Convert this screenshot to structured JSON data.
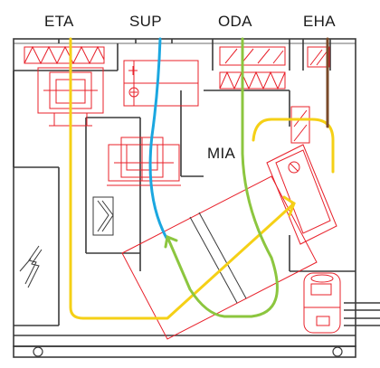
{
  "labels": {
    "eta": "ETA",
    "sup": "SUP",
    "oda": "ODA",
    "eha": "EHA",
    "mia": "MIA"
  },
  "colors": {
    "casing": "#3a3a3a",
    "component": "#e8202a",
    "eta_flow": "#f5d016",
    "sup_flow": "#1ba7e0",
    "oda_flow": "#8cc63f",
    "eha_flow": "#7a4a2a"
  },
  "icons": [
    "fan-icon",
    "filter-icon",
    "heat-exchanger-icon",
    "compressor-icon",
    "electrical-icon"
  ]
}
